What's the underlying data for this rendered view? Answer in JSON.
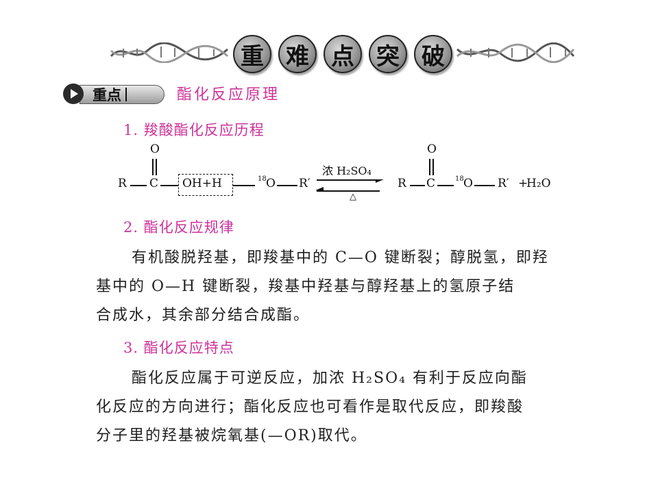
{
  "banner": {
    "chars": [
      "重",
      "难",
      "点",
      "突",
      "破"
    ]
  },
  "section": {
    "tag": "重点",
    "title": "酯化反应原理"
  },
  "items": [
    {
      "heading": "1. 羧酸酯化反应历程"
    },
    {
      "heading": "2. 酯化反应规律",
      "lines": [
        "有机酸脱羟基，即羧基中的 C—O 键断裂；醇脱氢，即羟",
        "基中的 O—H 键断裂，羧基中羟基与醇羟基上的氢原子结",
        "合成水，其余部分结合成酯。"
      ]
    },
    {
      "heading": "3. 酯化反应特点",
      "lines": [
        "酯化反应属于可逆反应，加浓 H₂SO₄ 有利于反应向酯",
        "化反应的方向进行；酯化反应也可看作是取代反应，即羧酸",
        "分子里的羟基被烷氧基(—OR)取代。"
      ]
    }
  ],
  "reaction": {
    "R": "R",
    "C": "C",
    "O": "O",
    "OH_H": "OH+H",
    "isotope": "18",
    "O18": "O",
    "Rprime": "R′",
    "catalyst": "浓 H₂SO₄",
    "heat": "△",
    "plus": "+",
    "H2O": "H₂O"
  }
}
